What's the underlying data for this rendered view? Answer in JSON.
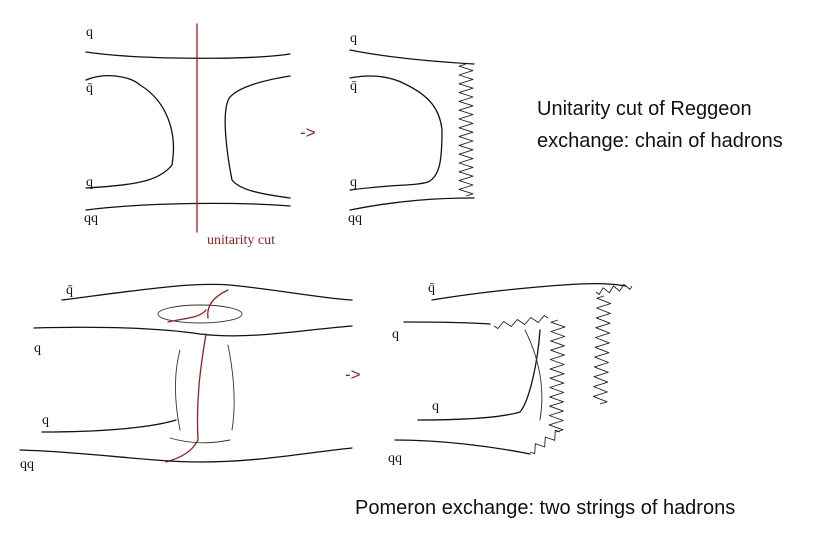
{
  "panels": {
    "reggeon_left": {
      "labels": [
        "q",
        "q̄",
        "q",
        "qq"
      ],
      "cut_label": "unitarity cut"
    },
    "reggeon_right": {
      "labels": [
        "q",
        "q̄",
        "q",
        "qq"
      ]
    },
    "pomeron_left": {
      "labels": [
        "q̄",
        "q",
        "q",
        "qq"
      ]
    },
    "pomeron_right": {
      "labels": [
        "q̄",
        "q",
        "q",
        "qq"
      ]
    }
  },
  "arrows": [
    "->",
    "->"
  ],
  "captions": {
    "reggeon_line1": "Unitarity cut of Reggeon",
    "reggeon_line2": "exchange: chain of hadrons",
    "pomeron": "Pomeron exchange: two strings of hadrons"
  },
  "colors": {
    "ink": "#111111",
    "accent_red": "#9b1c1c"
  }
}
